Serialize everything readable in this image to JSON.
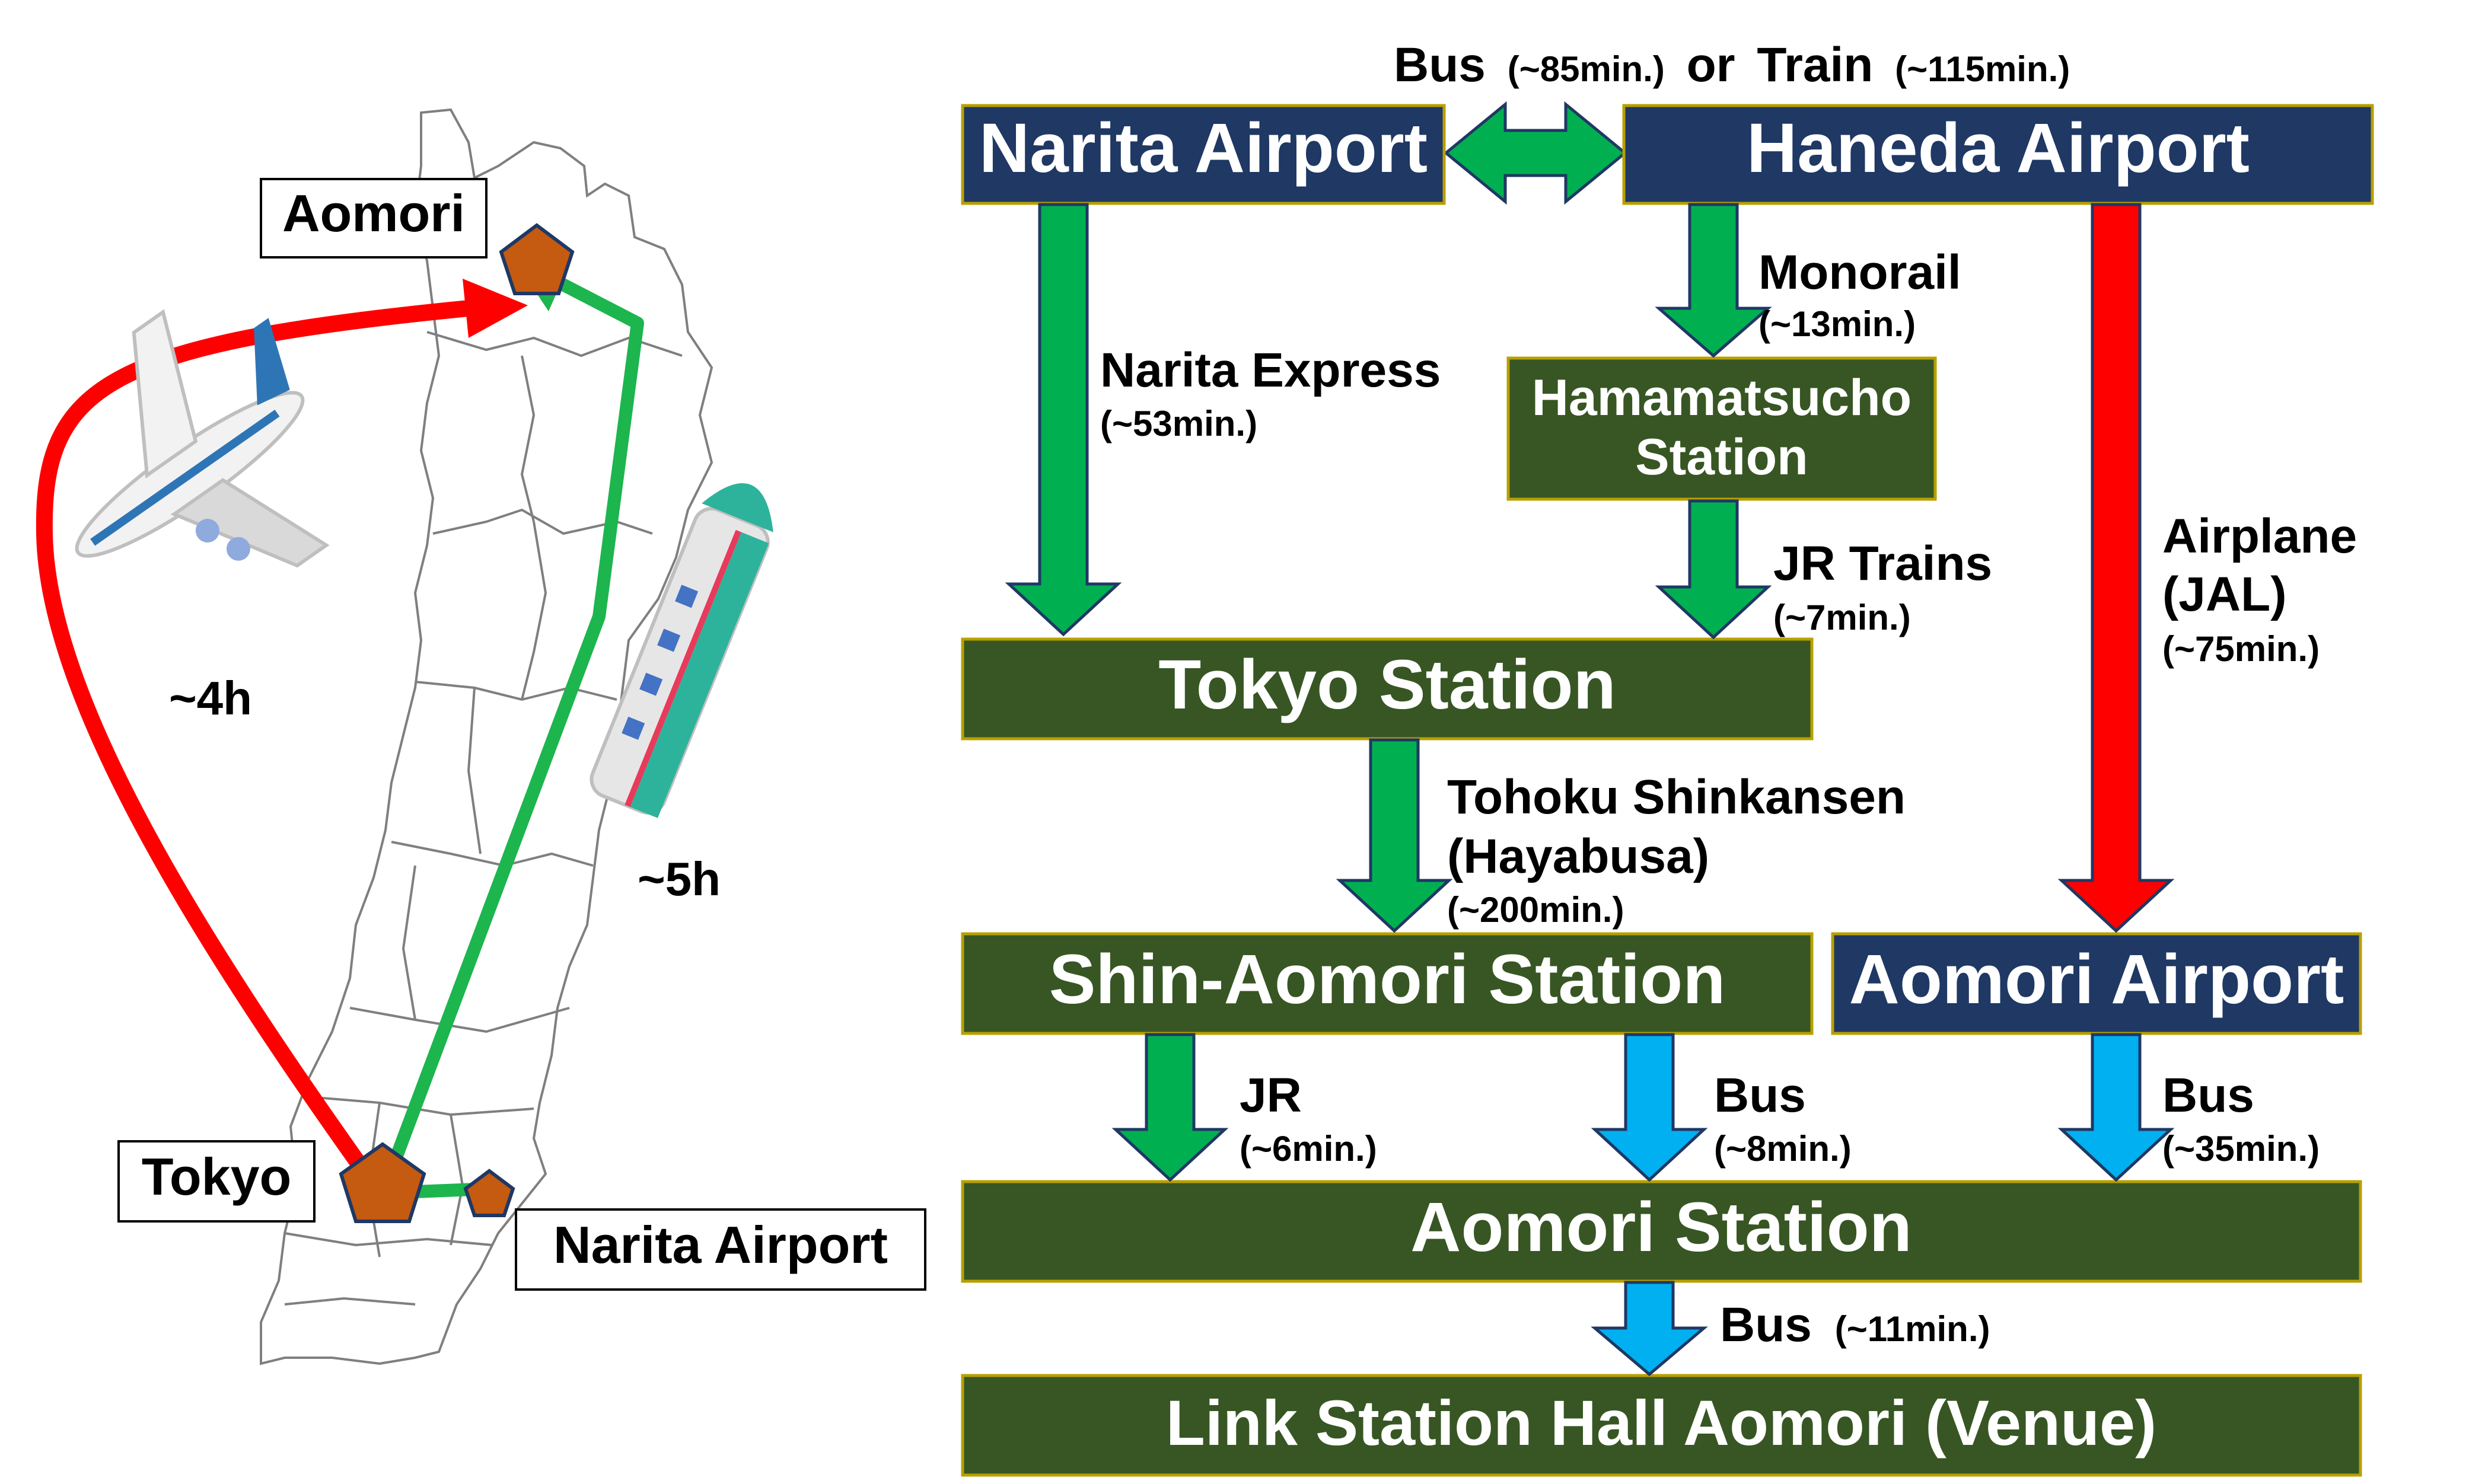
{
  "map": {
    "labels": {
      "aomori": "Aomori",
      "tokyo": "Tokyo",
      "narita": "Narita Airport"
    },
    "durations": {
      "plane": "~4h",
      "train": "~5h"
    },
    "colors": {
      "plane_route": "#ff0000",
      "train_route": "#1db54e",
      "city_marker": "#c55a11"
    }
  },
  "nodes": {
    "narita_airport": "Narita Airport",
    "haneda_airport": "Haneda Airport",
    "hamamatsucho_line1": "Hamamatsucho",
    "hamamatsucho_line2": "Station",
    "tokyo_station": "Tokyo Station",
    "shin_aomori_station": "Shin-Aomori Station",
    "aomori_airport": "Aomori Airport",
    "aomori_station": "Aomori Station",
    "venue": "Link Station Hall Aomori (Venue)"
  },
  "links": {
    "narita_haneda": {
      "mode1": "Bus",
      "time1": "(~85min.)",
      "or": "or",
      "mode2": "Train",
      "time2": "(~115min.)"
    },
    "narita_express": {
      "mode": "Narita Express",
      "time": "(~53min.)"
    },
    "monorail": {
      "mode": "Monorail",
      "time": "(~13min.)"
    },
    "jr_trains": {
      "mode": "JR Trains",
      "time": "(~7min.)"
    },
    "airplane": {
      "mode1": "Airplane",
      "mode2": "(JAL)",
      "time": "(~75min.)"
    },
    "shinkansen": {
      "mode1": "Tohoku Shinkansen",
      "mode2": "(Hayabusa)",
      "time": "(~200min.)"
    },
    "jr": {
      "mode": "JR",
      "time": "(~6min.)"
    },
    "bus_shin": {
      "mode": "Bus",
      "time": "(~8min.)"
    },
    "bus_airport": {
      "mode": "Bus",
      "time": "(~35min.)"
    },
    "bus_venue": {
      "mode": "Bus",
      "time": "(~11min.)"
    }
  },
  "colors": {
    "navy_box": "#1f3864",
    "green_box": "#375623",
    "green_arrow": "#00b050",
    "blue_arrow": "#00b0f0",
    "red_arrow": "#ff0000"
  }
}
